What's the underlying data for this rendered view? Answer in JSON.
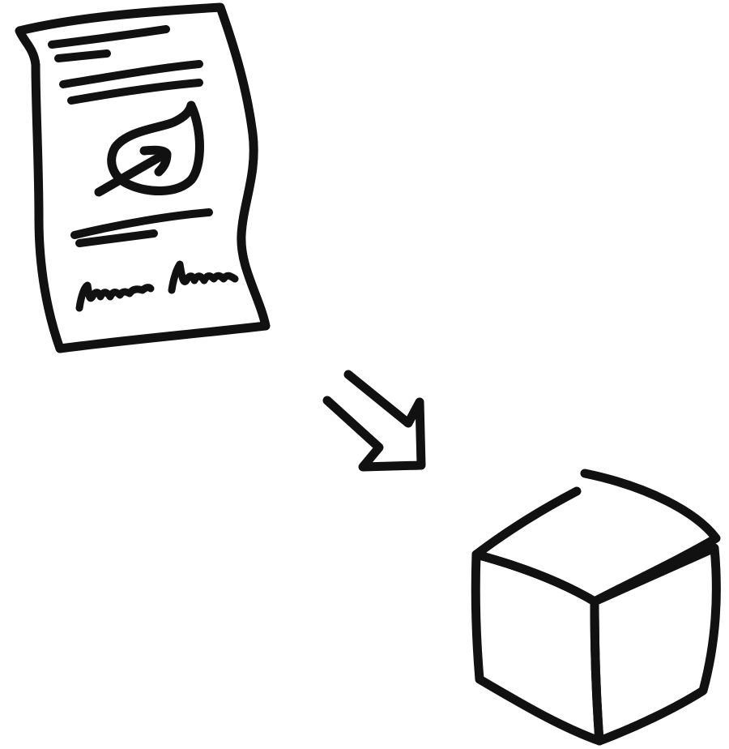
{
  "illustration": {
    "elements": [
      {
        "name": "certificate-document",
        "icon": "document-icon"
      },
      {
        "name": "leaf-emblem",
        "icon": "leaf-icon"
      },
      {
        "name": "signatures",
        "icon": "signature-icon"
      },
      {
        "name": "flow-arrow",
        "icon": "arrow-down-right-icon"
      },
      {
        "name": "product-box",
        "icon": "box-icon"
      }
    ]
  },
  "colors": {
    "ink": "#111111",
    "accent_green": "#9bbba7",
    "background": "#ffffff"
  }
}
